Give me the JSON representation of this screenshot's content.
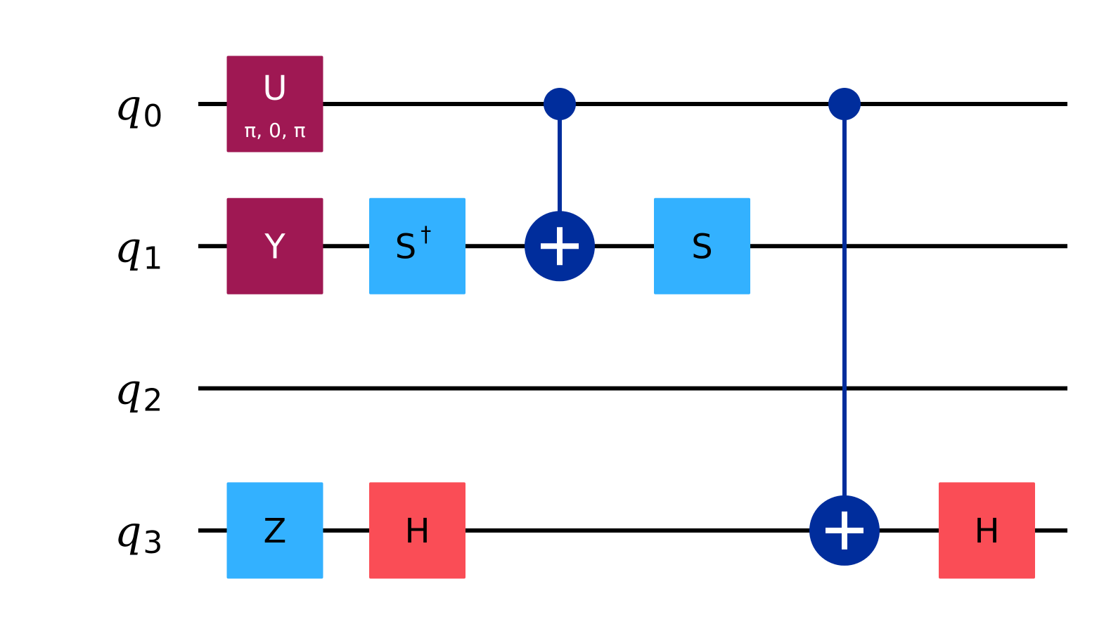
{
  "circuit": {
    "qubits": [
      {
        "letter": "q",
        "index": "0"
      },
      {
        "letter": "q",
        "index": "1"
      },
      {
        "letter": "q",
        "index": "2"
      },
      {
        "letter": "q",
        "index": "3"
      }
    ],
    "gates": [
      {
        "label": "U",
        "params": "π, 0, π",
        "qubit": 0,
        "column": 0,
        "color": "#9f1853",
        "text_color": "#ffffff"
      },
      {
        "label": "Y",
        "params": "",
        "qubit": 1,
        "column": 0,
        "color": "#9f1853",
        "text_color": "#ffffff"
      },
      {
        "label": "Z",
        "params": "",
        "qubit": 3,
        "column": 0,
        "color": "#33b1ff",
        "text_color": "#000000"
      },
      {
        "label": "S",
        "sup": "†",
        "params": "",
        "qubit": 1,
        "column": 1,
        "color": "#33b1ff",
        "text_color": "#000000"
      },
      {
        "label": "H",
        "params": "",
        "qubit": 3,
        "column": 1,
        "color": "#fa4d56",
        "text_color": "#000000"
      },
      {
        "label": "S",
        "params": "",
        "qubit": 1,
        "column": 3,
        "color": "#33b1ff",
        "text_color": "#000000"
      },
      {
        "label": "H",
        "params": "",
        "qubit": 3,
        "column": 5,
        "color": "#fa4d56",
        "text_color": "#000000"
      }
    ],
    "cnots": [
      {
        "control": 0,
        "target": 1,
        "column": 2
      },
      {
        "control": 0,
        "target": 3,
        "column": 4
      }
    ],
    "colors": {
      "wire": "#000000",
      "cnot": "#002d9c",
      "cnot_symbol": "#ffffff"
    }
  }
}
